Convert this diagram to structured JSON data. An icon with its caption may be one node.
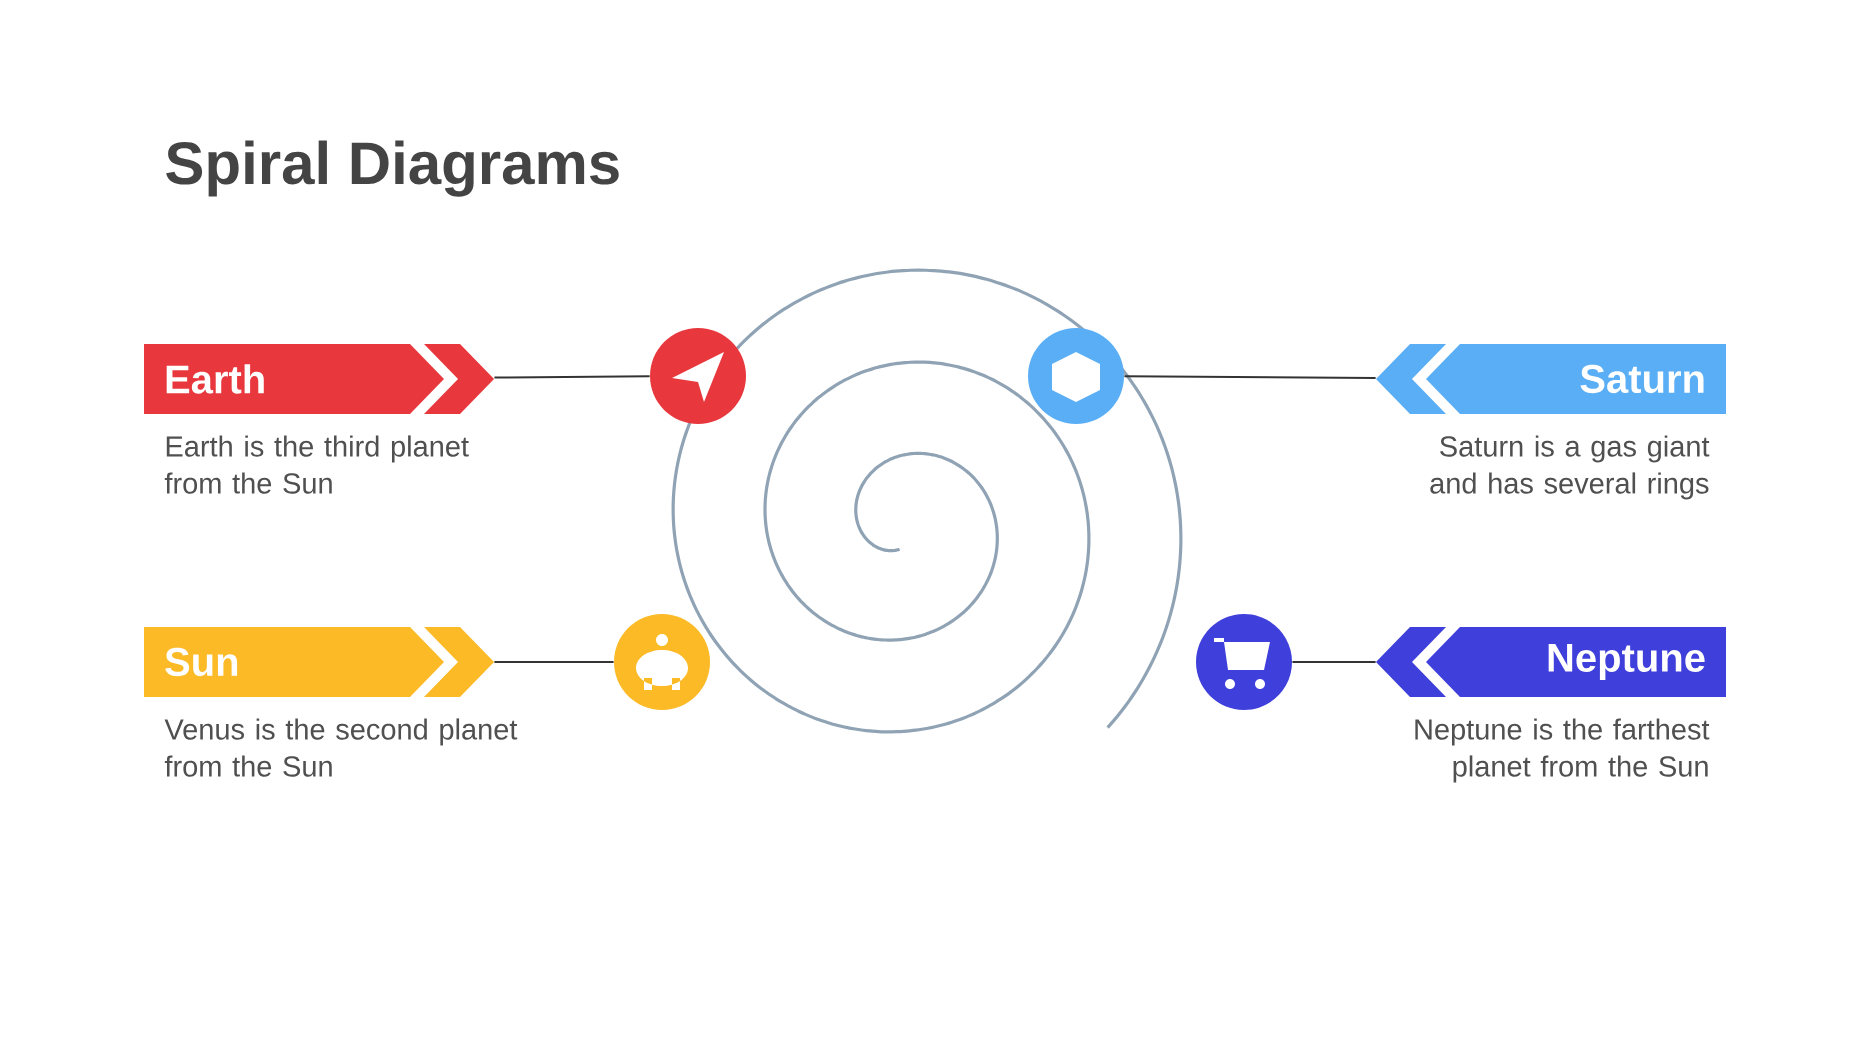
{
  "diagram": {
    "title": "Spiral Diagrams",
    "nodes": [
      {
        "text": [
          "Earth"
        ],
        "beside": [
          "Earth is the third planet from the Sun"
        ]
      },
      {
        "text": [],
        "shape": "circle"
      },
      {
        "text": [],
        "shape": "circle"
      },
      {
        "text": [
          "Saturn"
        ],
        "beside": [
          "Saturn is a gas giant and has several rings"
        ]
      },
      {
        "text": [
          "Sun"
        ],
        "beside": [
          "Venus is the second planet from the Sun"
        ]
      },
      {
        "text": [],
        "shape": "circle"
      },
      {
        "text": [],
        "shape": "circle"
      },
      {
        "text": [
          "Neptune"
        ],
        "beside": [
          "Neptune is the farthest planet from the Sun"
        ]
      }
    ],
    "edges": [
      {
        "from": 0,
        "to": 1,
        "arrow": "none"
      },
      {
        "from": 3,
        "to": 2,
        "arrow": "none"
      },
      {
        "from": 4,
        "to": 5,
        "arrow": "none"
      },
      {
        "from": 7,
        "to": 6,
        "arrow": "none"
      }
    ]
  }
}
